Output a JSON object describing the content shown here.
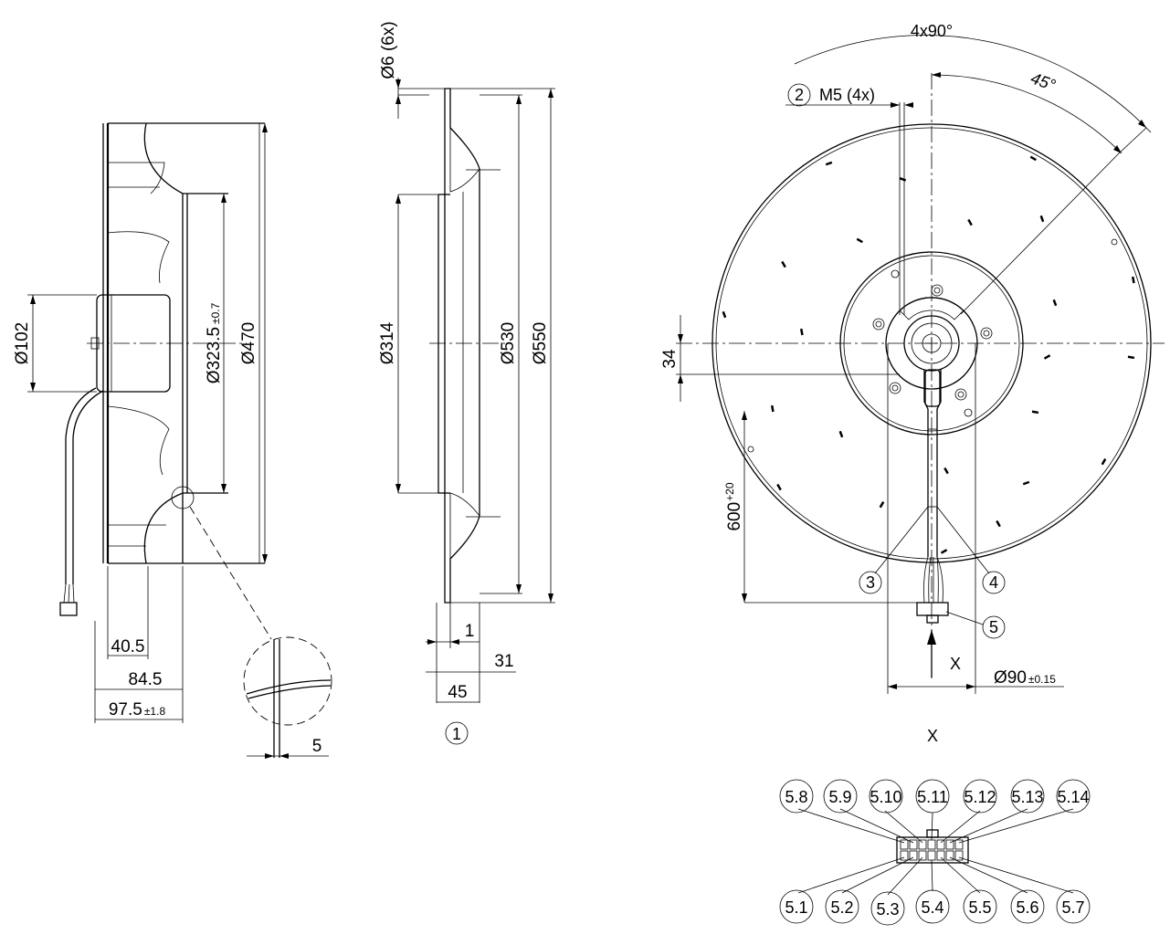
{
  "side_view": {
    "dia_hub": "Ø102",
    "dia_inlet": "Ø323.5",
    "dia_inlet_tol": "±0.7",
    "dia_outer": "Ø470",
    "dim_40": "40.5",
    "dim_84": "84.5",
    "dim_97": "97.5",
    "dim_97_tol": "±1.8",
    "detail_dim": "5"
  },
  "nozzle_view": {
    "bolt_holes": "Ø6 (6x)",
    "dia_314": "Ø314",
    "dia_530": "Ø530",
    "dia_550": "Ø550",
    "dim_1": "1",
    "dim_31": "31",
    "dim_45": "45",
    "callout_1": "1"
  },
  "front_view": {
    "angle_4x90": "4x90°",
    "angle_45": "45°",
    "callout_2": "2",
    "thread": "M5 (4x)",
    "dim_34": "34",
    "cable_len": "600",
    "cable_tol": "+20",
    "callout_3": "3",
    "callout_4": "4",
    "callout_5": "5",
    "view_arrow_label": "X",
    "dia_90": "Ø90",
    "dia_90_tol": "±0.15"
  },
  "connector_view": {
    "title": "X",
    "top_pins": [
      "5.8",
      "5.9",
      "5.10",
      "5.11",
      "5.12",
      "5.13",
      "5.14"
    ],
    "bottom_pins": [
      "5.1",
      "5.2",
      "5.3",
      "5.4",
      "5.5",
      "5.6",
      "5.7"
    ]
  }
}
